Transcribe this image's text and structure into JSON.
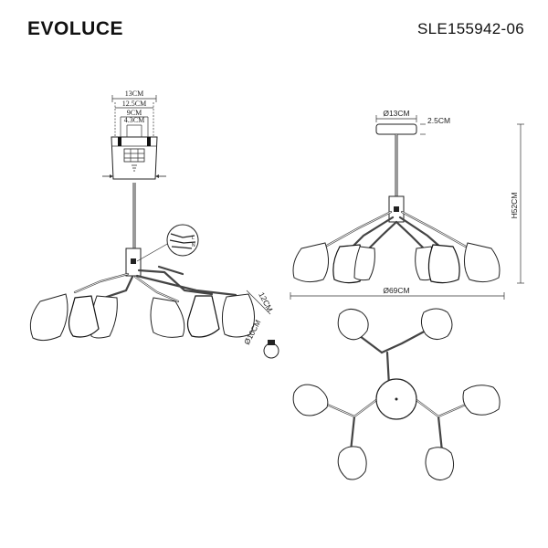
{
  "header": {
    "brand": "EVOLUCE",
    "model": "SLE155942-06"
  },
  "canopy_detail": {
    "dim_13": "13CM",
    "dim_12_5": "12.5CM",
    "dim_9": "9CM",
    "dim_4_3": "4.3CM"
  },
  "left_view": {
    "shade_height": "12CM",
    "bulb_diameter": "Ø10CM"
  },
  "front_view": {
    "canopy_diameter": "Ø13CM",
    "canopy_height": "2.5CM",
    "total_height": "H52CM",
    "total_diameter": "Ø69CM"
  }
}
